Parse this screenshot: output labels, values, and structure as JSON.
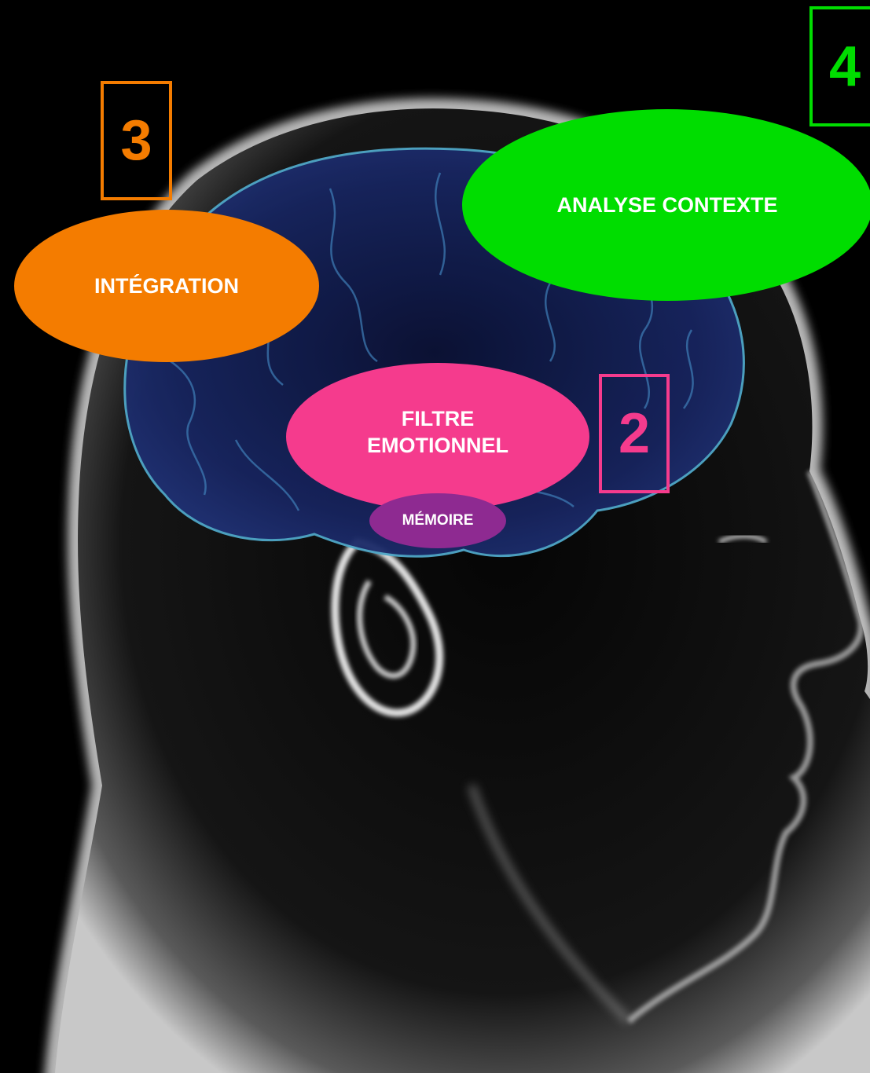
{
  "regions": {
    "integration": {
      "label": "INTÉGRATION",
      "color": "#F47C00"
    },
    "analyse_contexte": {
      "label": "ANALYSE CONTEXTE",
      "color": "#00DD00"
    },
    "filtre_emotionnel": {
      "line1": "FILTRE",
      "line2": "EMOTIONNEL",
      "color": "#F53B8D"
    },
    "memoire": {
      "label": "MÉMOIRE",
      "color": "#8E2A91"
    }
  },
  "steps": {
    "step_2": {
      "number": "2",
      "color": "#F53B8D"
    },
    "step_3": {
      "number": "3",
      "color": "#F47C00"
    },
    "step_4": {
      "number": "4",
      "color": "#00DD00"
    }
  },
  "colors": {
    "background": "#000000",
    "head_glow": "#E8E8E8",
    "brain": "#1C2C6E",
    "brain_outline": "#4FA7C8"
  }
}
